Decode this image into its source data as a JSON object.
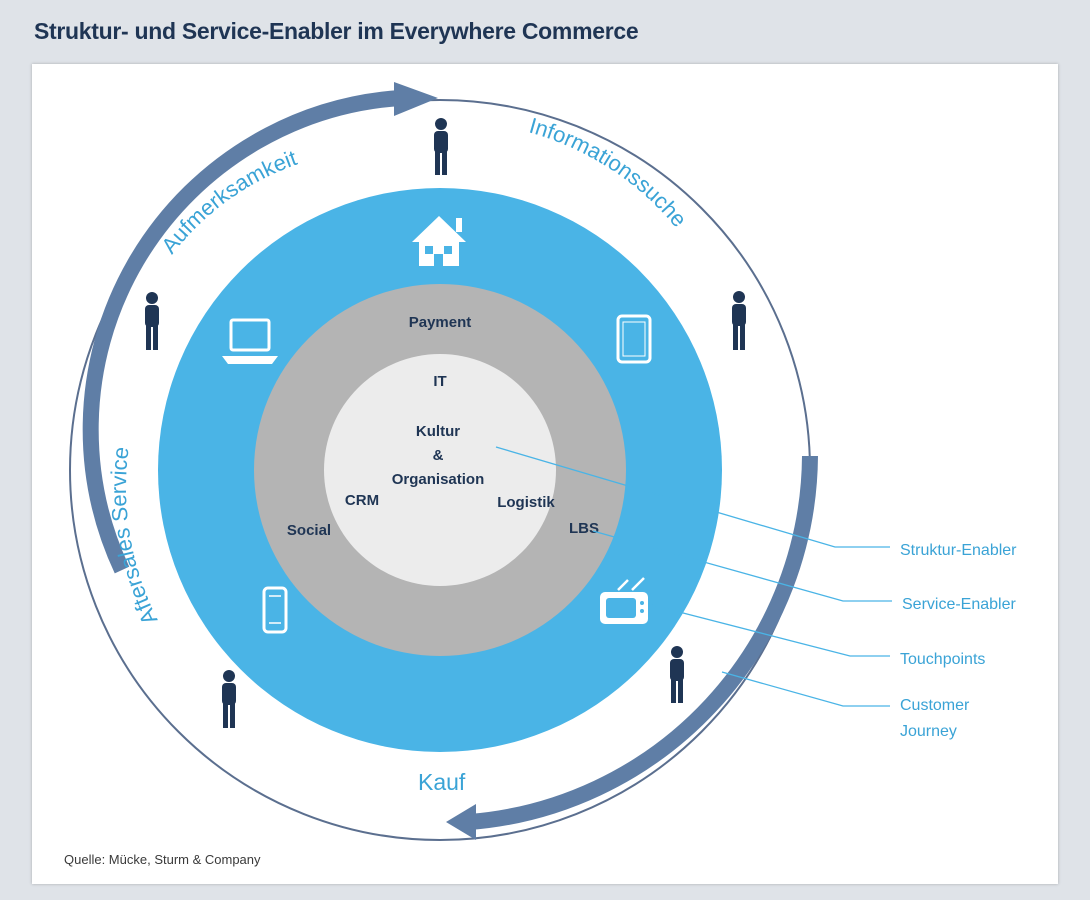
{
  "title": "Struktur- und Service-Enabler im Everywhere Commerce",
  "source": "Quelle: Mücke, Sturm & Company",
  "journey": {
    "stage_1": "Aufmerksamkeit",
    "stage_2": "Informationssuche",
    "stage_3": "Kauf",
    "stage_4": "Aftersales Service"
  },
  "service_enablers": {
    "payment": "Payment",
    "it": "IT",
    "crm": "CRM",
    "social": "Social",
    "logistik": "Logistik",
    "lbs": "LBS"
  },
  "core": {
    "line_1": "Kultur",
    "line_2": "&",
    "line_3": "Organisation"
  },
  "legend": {
    "struktur": "Struktur-Enabler",
    "service": "Service-Enabler",
    "touchpoints": "Touchpoints",
    "journey_line_1": "Customer",
    "journey_line_2": "Journey"
  },
  "touchpoint_icons": [
    "house-icon",
    "laptop-icon",
    "tablet-icon",
    "smartphone-icon",
    "tv-icon"
  ],
  "colors": {
    "title": "#1f3554",
    "touchpoint_ring": "#4ab4e6",
    "service_ring": "#b4b4b4",
    "core": "#ececec",
    "arrow": "#5f7ea6",
    "journey_text": "#3aa3d6",
    "person": "#1f3554"
  }
}
